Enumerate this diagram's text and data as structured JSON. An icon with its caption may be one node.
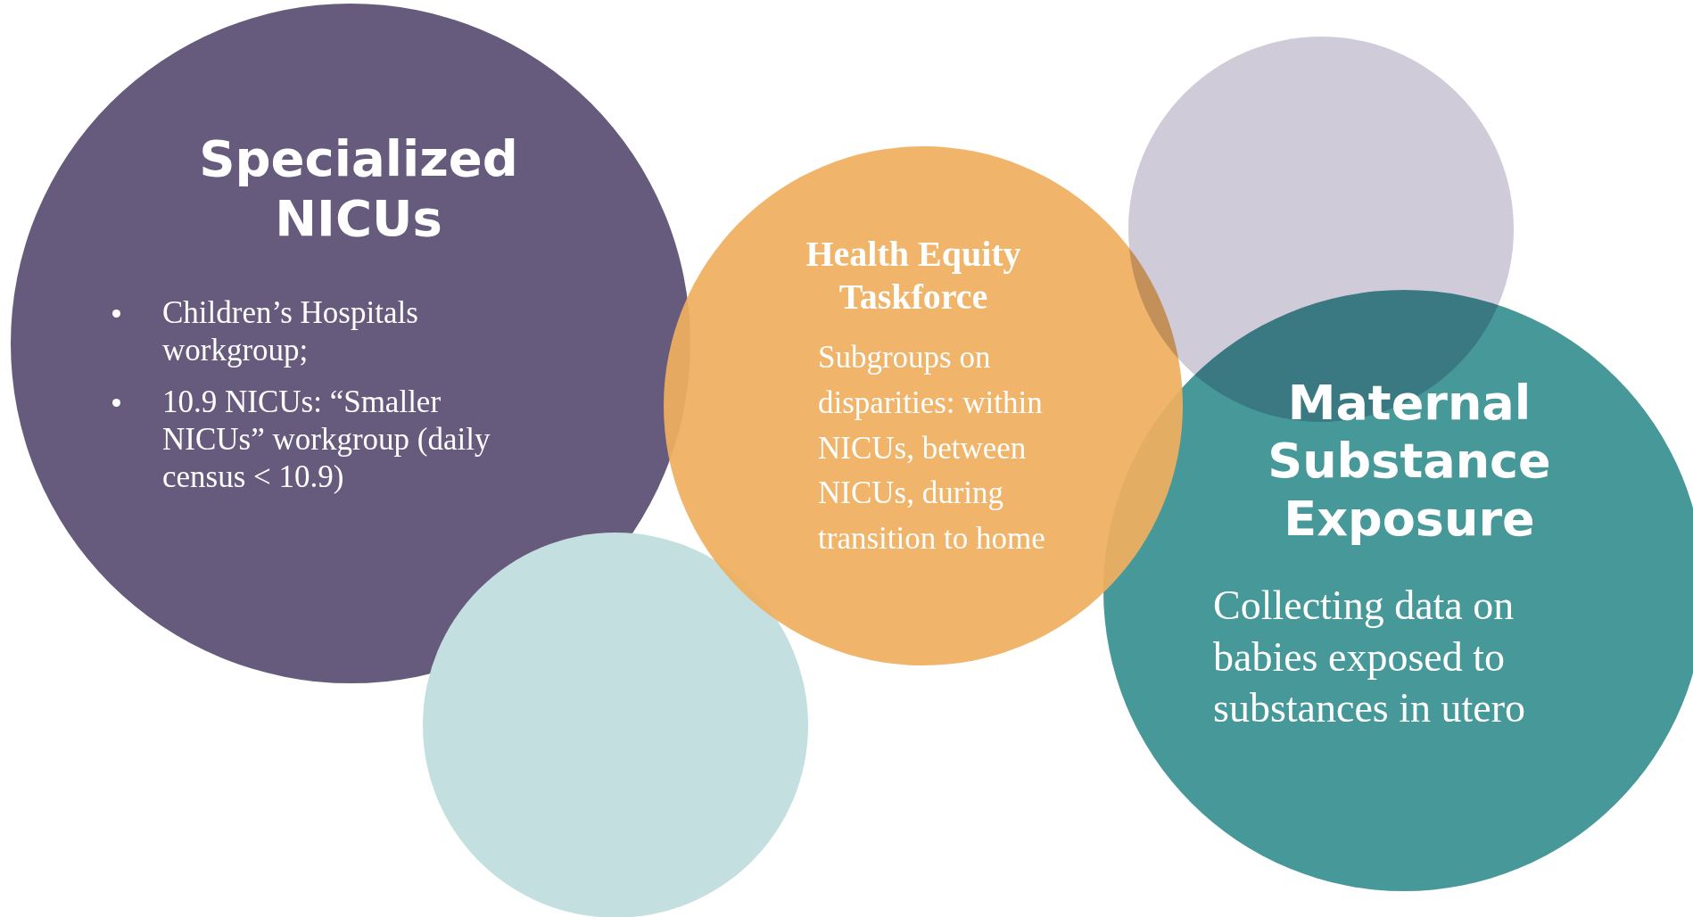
{
  "diagram": {
    "nodes": [
      {
        "text": [
          "Specialized NICUs",
          "Children’s Hospitals workgroup;",
          "10.9 NICUs: “Smaller NICUs” workgroup (daily census < 10.9)"
        ]
      },
      {
        "text": [],
        "shape": "circle"
      },
      {
        "text": [
          "Health Equity Taskforce",
          "Subgroups on disparities: within NICUs, between NICUs, during transition to home"
        ]
      },
      {
        "text": [],
        "shape": "circle"
      },
      {
        "text": [
          "Maternal Substance Exposure",
          "Collecting data on babies exposed to substances in utero"
        ]
      }
    ]
  }
}
